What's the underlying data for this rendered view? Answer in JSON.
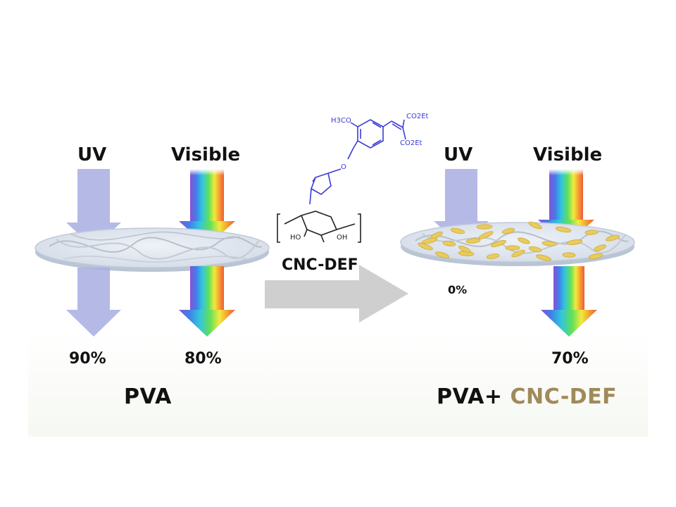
{
  "left_panel": {
    "uv_label": "UV",
    "visible_label": "Visible",
    "uv_transmission": "90%",
    "visible_transmission": "80%",
    "material_label": "PVA"
  },
  "center": {
    "compound_label": "CNC-DEF",
    "molecule": {
      "co2et_top": "CO2Et",
      "co2et_bottom": "CO2Et",
      "methoxy": "H3CO",
      "oxygen_linker": "O",
      "ho_label": "HO",
      "oh_label": "OH"
    }
  },
  "right_panel": {
    "uv_label": "UV",
    "visible_label": "Visible",
    "uv_transmission": "0%",
    "visible_transmission": "70%",
    "material_prefix": "PVA+",
    "material_accent": "CNC-DEF"
  },
  "colors": {
    "uv_arrow": "#a9ade2",
    "film": "#dde4ee",
    "particles": "#e8cc5c",
    "process_arrow": "#cfcfcf",
    "molecule": "#3a3ad6",
    "accent_text": "#a08a5a"
  }
}
